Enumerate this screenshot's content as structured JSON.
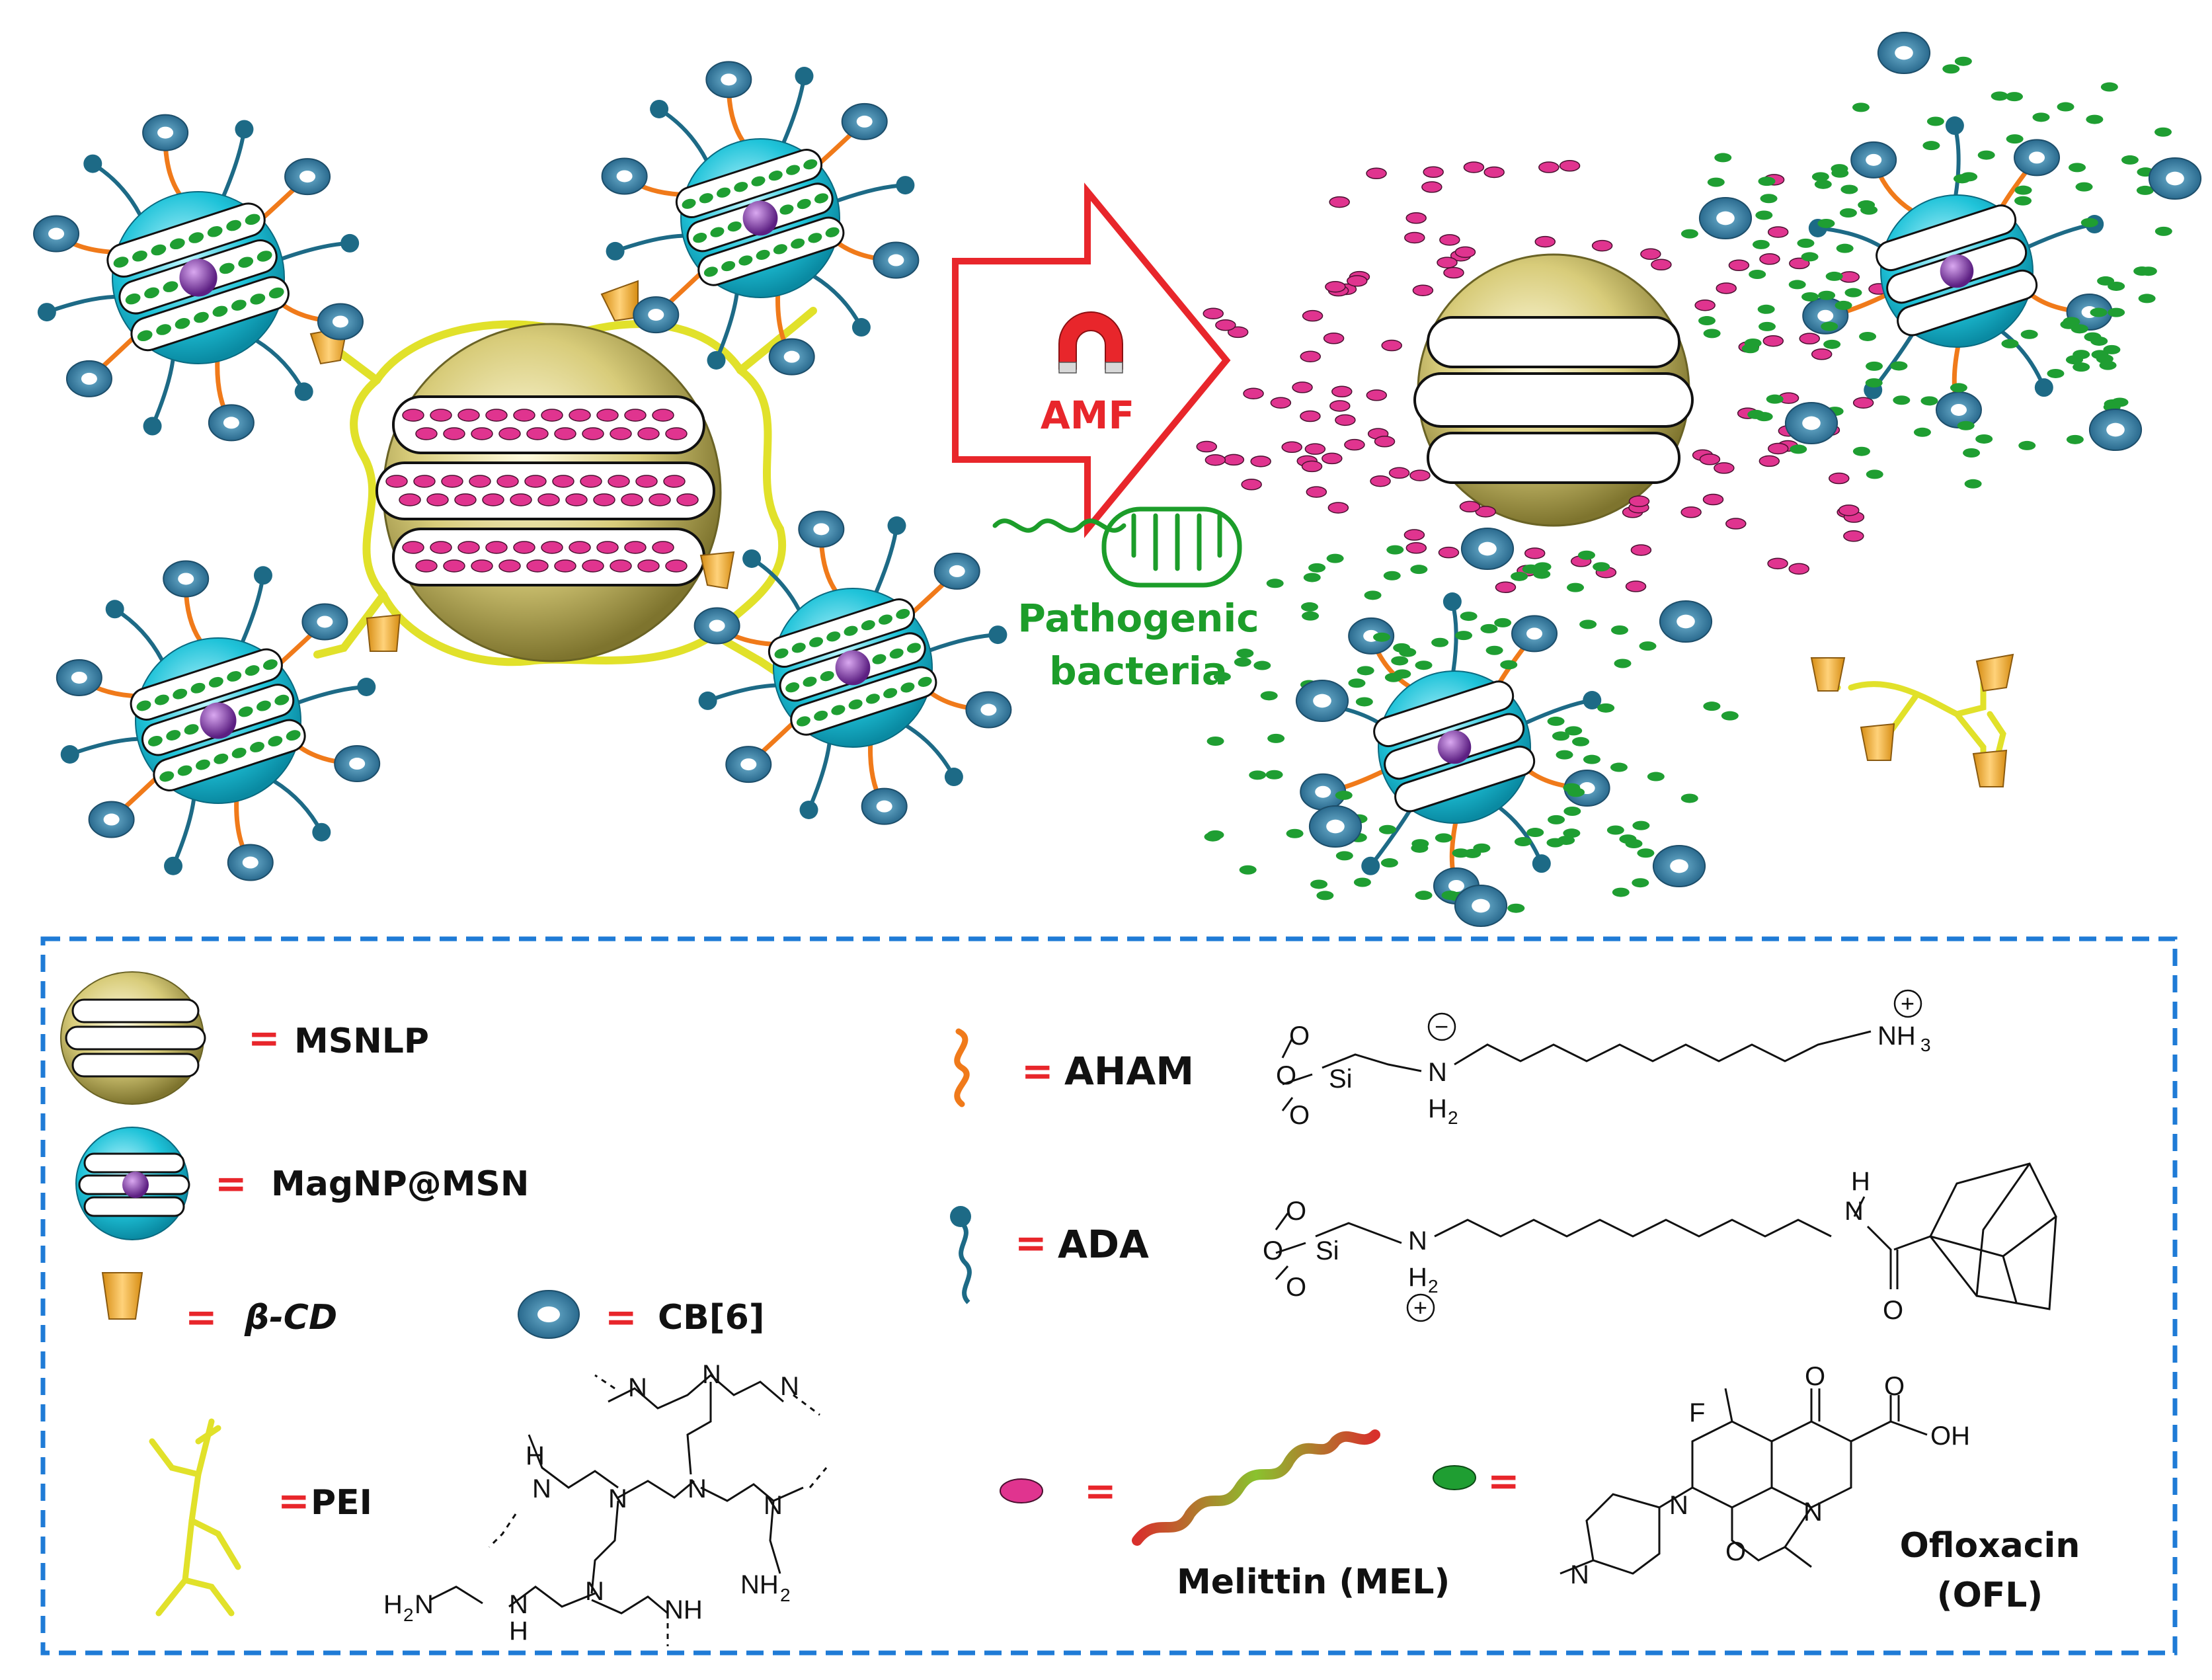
{
  "colors": {
    "msnlp": "#d8cc7a",
    "magnp": "#1fc3d9",
    "core": "#8a3db0",
    "aham": "#f07a1a",
    "ada": "#1d6a86",
    "cb6": "#3c7fa3",
    "bcd": "#f2b13c",
    "pei": "#e1e12a",
    "melittin": "#e0348f",
    "ofloxacin": "#1f9e32",
    "arrow": "#e8262b",
    "bacteria": "#1c9d2a",
    "legend_border": "#1f7bd6",
    "equals": "#e8262b"
  },
  "process": {
    "trigger": "AMF",
    "bacteria_label": [
      "Pathogenic",
      "bacteria"
    ]
  },
  "legend": {
    "eq": "=",
    "msnlp": "MSNLP",
    "magnp": "MagNP@MSN",
    "bcd": "β-CD",
    "cb6": "CB[6]",
    "pei": "PEI",
    "aham": "AHAM",
    "ada": "ADA",
    "melittin": "Melittin (MEL)",
    "ofloxacin": [
      "Ofloxacin",
      "(OFL)"
    ]
  },
  "chem": {
    "o": "O",
    "si": "Si",
    "n": "N",
    "h": "H",
    "nh": "NH",
    "nh3": "NH",
    "h2": "H",
    "sub2": "2",
    "sub3": "3",
    "h2n": "H",
    "oh": "OH",
    "f": "F",
    "plus": "+",
    "minus": "−"
  }
}
